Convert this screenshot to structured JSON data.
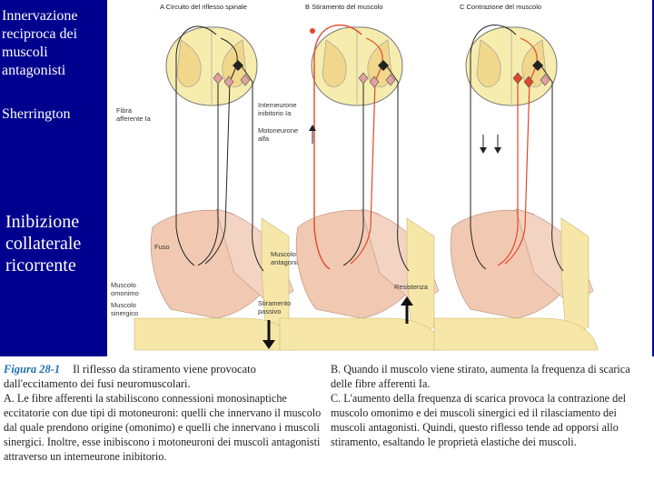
{
  "slide": {
    "title_1": "Innervazione reciproca dei muscoli antagonisti",
    "title_2": "Sherrington",
    "title_3": "Inibizione collaterale ricorrente"
  },
  "figure": {
    "panel_a": "A Circuito del riflesso spinale",
    "panel_b": "B Stiramento del muscolo",
    "panel_c": "C Contrazione del muscolo",
    "labels": {
      "fibra_afferente": "Fibra",
      "fibra_afferente_2": "afferente Ia",
      "interneurone": "Interneurone",
      "interneurone_2": "inibitorio Ia",
      "motoneurone": "Motoneurone",
      "motoneurone_2": "alfa",
      "fuso": "Fuso",
      "muscolo_antagonista": "Muscolo",
      "muscolo_antagonista_2": "antagonista",
      "muscolo_omonimo": "Muscolo",
      "muscolo_omonimo_2": "omonimo",
      "muscolo_sinergico": "Muscolo",
      "muscolo_sinergico_2": "sinergico",
      "stiramento_passivo": "Stiramento",
      "stiramento_passivo_2": "passivo",
      "resistenza": "Resistenza"
    }
  },
  "caption": {
    "figure_label": "Figura 28-1",
    "title": "Il riflesso da stiramento viene provocato dall'eccitamento dei fusi neuromuscolari.",
    "para_a": "A. Le fibre afferenti la stabiliscono connessioni monosinaptiche eccitatorie con due tipi di motoneuroni: quelli che innervano il muscolo dal quale prendono origine (omonimo) e quelli che innervano i muscoli sinergici. Inoltre, esse inibiscono i motoneuroni dei muscoli antagonisti attraverso un interneurone inibitorio.",
    "para_b": "B. Quando il muscolo viene stirato, aumenta la frequenza di scarica delle fibre afferenti Ia.",
    "para_c": "C. L'aumento della frequenza di scarica provoca la contrazione del muscolo omonimo e dei muscoli sinergici ed il rilasciamento dei muscoli antagonisti. Quindi, questo riflesso tende ad opporsi allo stiramento, esaltando le proprietà elastiche dei muscoli."
  },
  "colors": {
    "background": "#00008f",
    "afferent_active": "#e0472b",
    "muscle": "#f1c9b3",
    "spinal_cord": "#f6ecae"
  }
}
